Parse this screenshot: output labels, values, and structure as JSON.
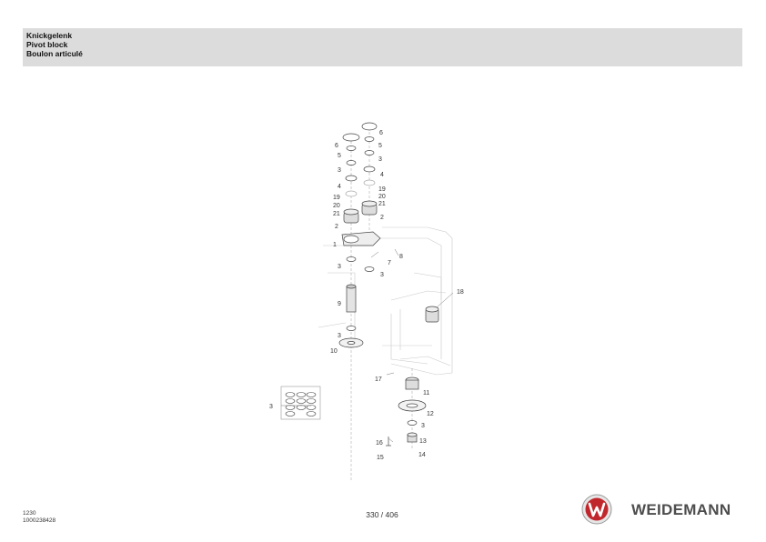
{
  "header": {
    "title_de": "Knickgelenk",
    "title_en": "Pivot block",
    "title_fr": "Boulon articulé"
  },
  "callouts": {
    "c1": "1",
    "c2a": "2",
    "c2b": "2",
    "c3a": "3",
    "c3b": "3",
    "c3c": "3",
    "c3d": "3",
    "c3e": "3",
    "c3f": "3",
    "c3g": "3",
    "c4a": "4",
    "c4b": "4",
    "c5a": "5",
    "c5b": "5",
    "c6a": "6",
    "c6b": "6",
    "c7": "7",
    "c8": "8",
    "c9": "9",
    "c10": "10",
    "c11": "11",
    "c12": "12",
    "c13": "13",
    "c14": "14",
    "c15": "15",
    "c16": "16",
    "c17": "17",
    "c18": "18",
    "c19a": "19",
    "c19b": "19",
    "c20a": "20",
    "c20b": "20",
    "c21a": "21",
    "c21b": "21"
  },
  "footer": {
    "code_top": "1230",
    "code_bottom": "1000238428",
    "page": "330 / 406",
    "brand": "WEIDEMANN"
  },
  "colors": {
    "header_bg": "#dcdcdc",
    "logo_red": "#c0272d",
    "brand_grey": "#4d4d4d"
  }
}
